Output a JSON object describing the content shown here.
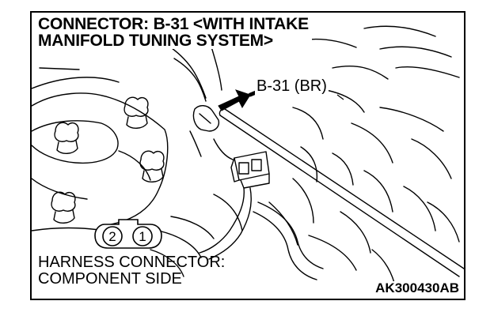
{
  "title": {
    "line1": "CONNECTOR: B-31 <WITH INTAKE",
    "line2": "MANIFOLD TUNING SYSTEM>"
  },
  "connector_label": "B-31 (BR)",
  "caption": {
    "line1": "HARNESS CONNECTOR:",
    "line2": "COMPONENT SIDE"
  },
  "pins": {
    "left": "2",
    "right": "1"
  },
  "figure_code": "AK300430AB"
}
